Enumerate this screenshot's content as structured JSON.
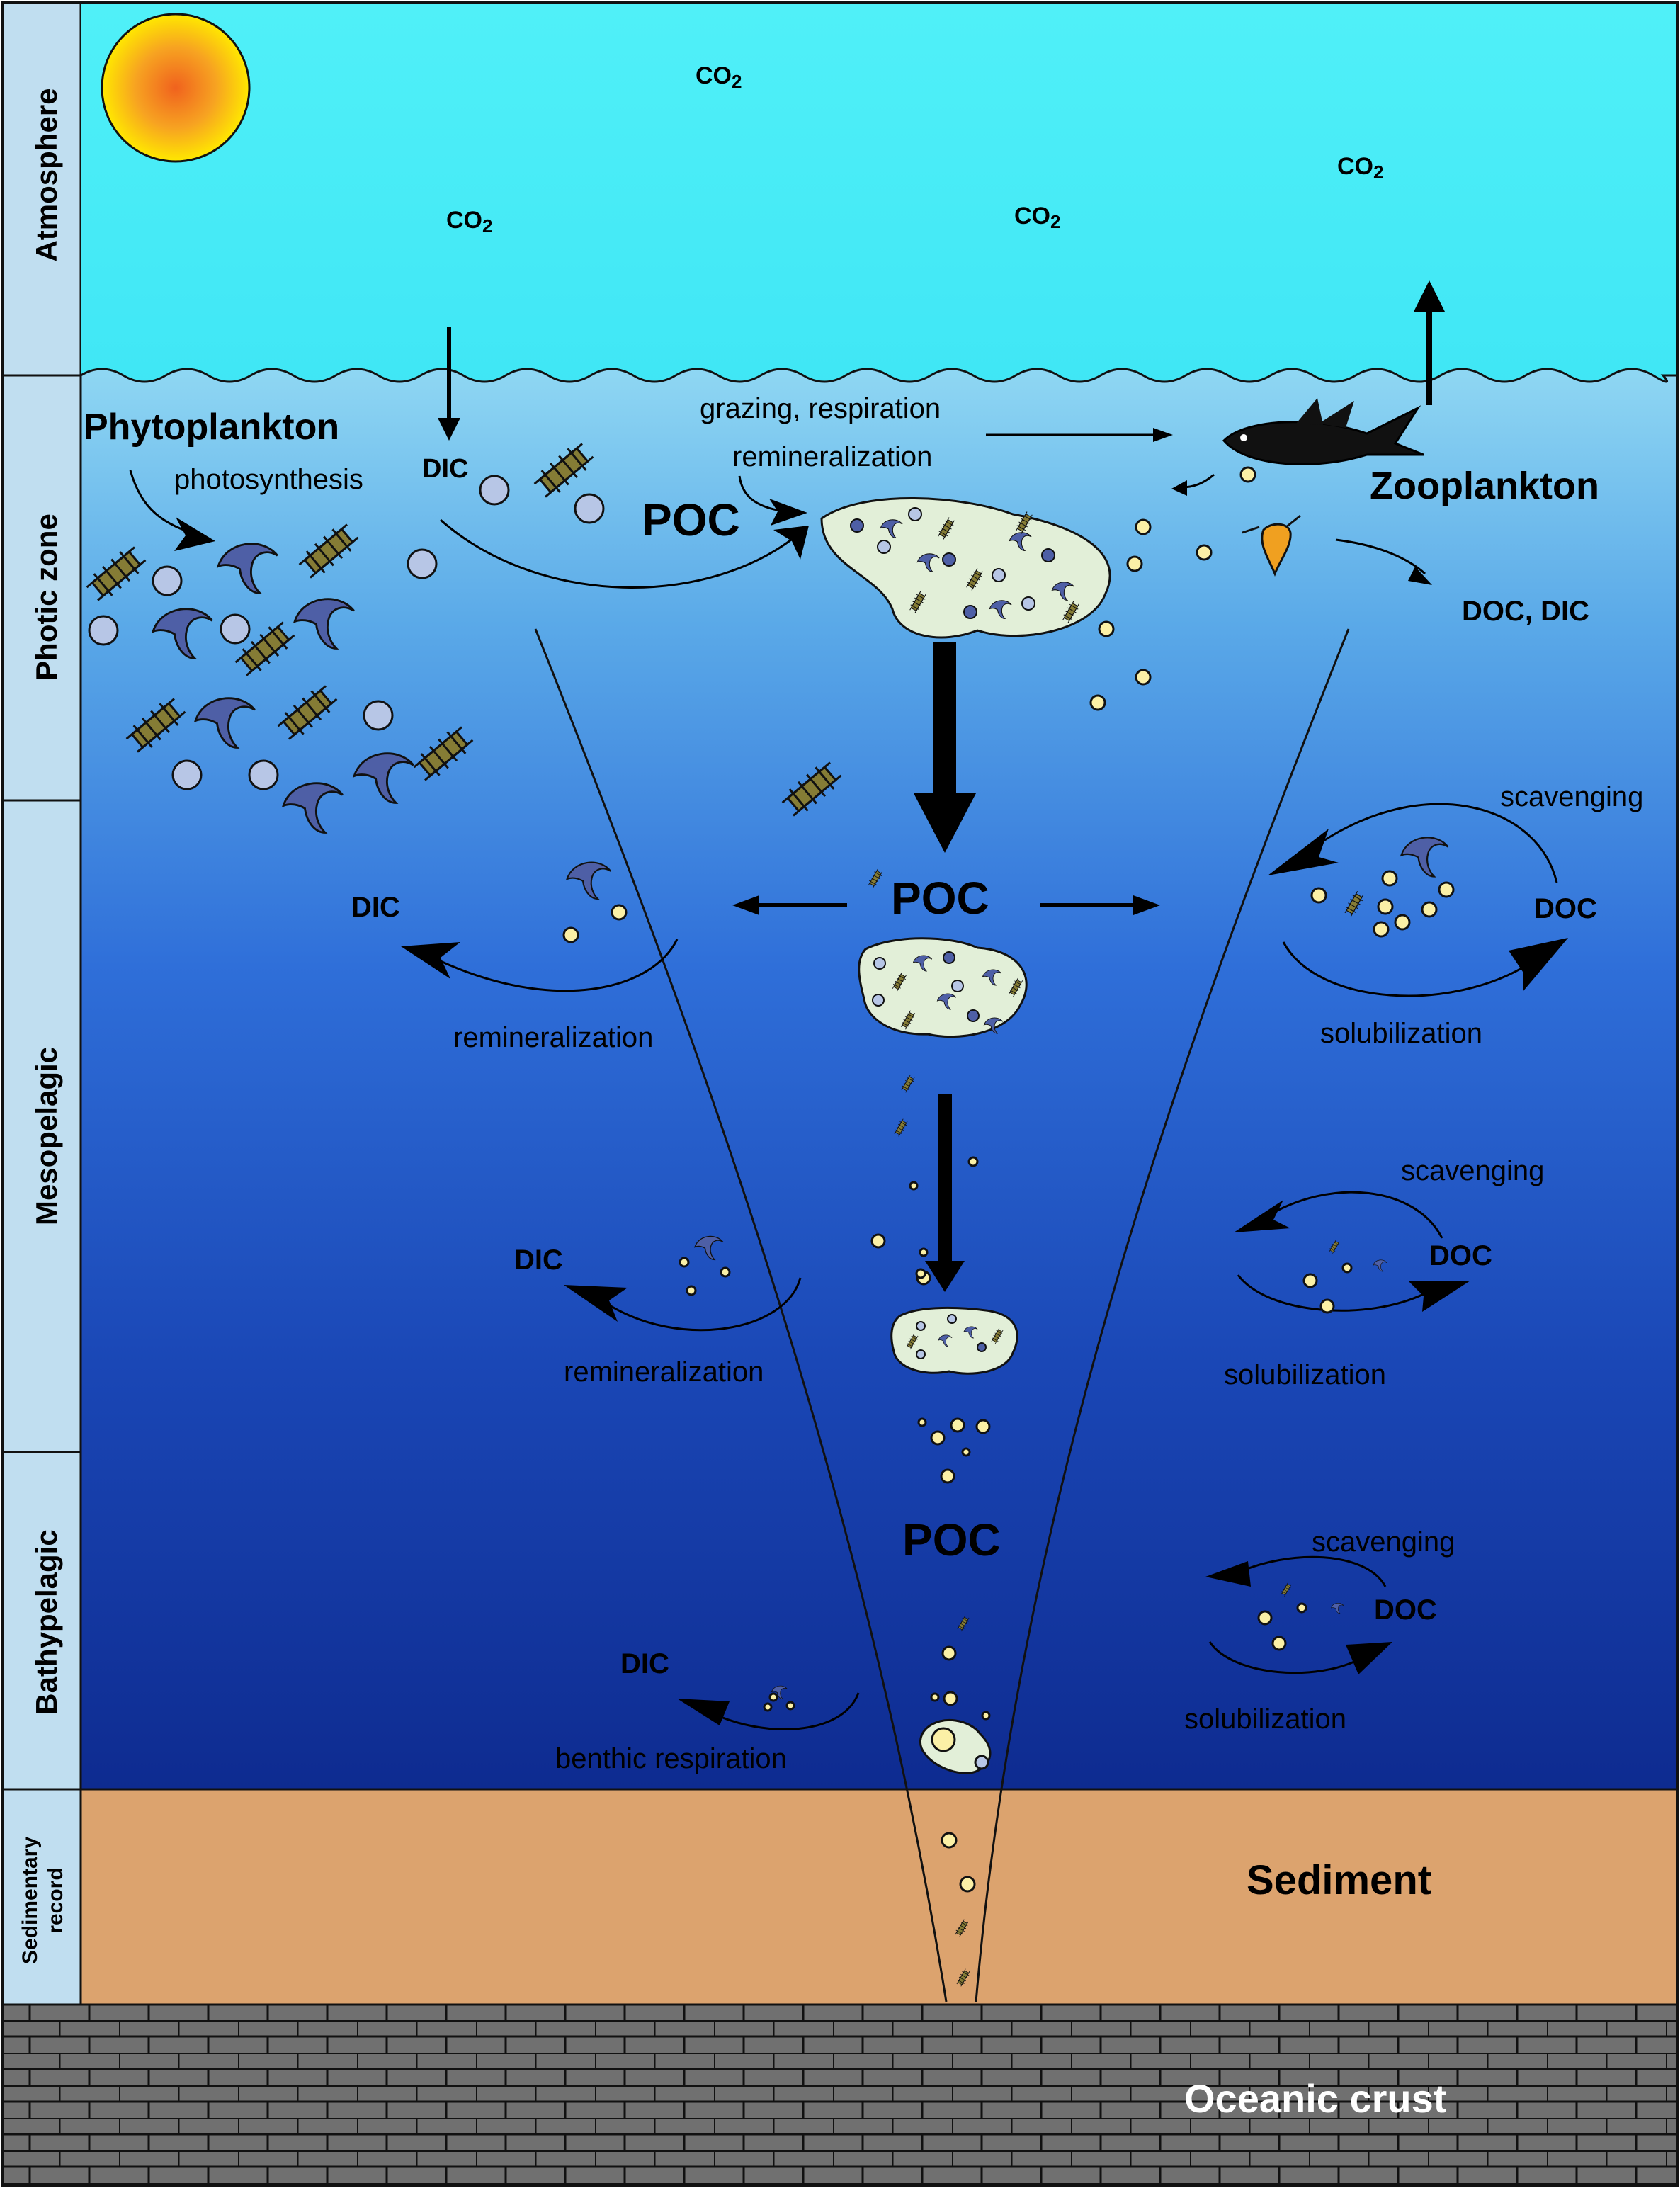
{
  "zones": {
    "atmosphere": "Atmosphere",
    "photic": "Photic zone",
    "mesopelagic": "Mesopelagic",
    "bathypelagic": "Bathypelagic",
    "sedimentary_line1": "Sedimentary",
    "sedimentary_line2": "record"
  },
  "atmosphere": {
    "co2_labels": [
      "CO2",
      "CO2",
      "CO2",
      "CO2"
    ],
    "co2_main": "CO",
    "co2_sub": "2"
  },
  "photic": {
    "phytoplankton": "Phytoplankton",
    "photosynthesis": "photosynthesis",
    "dic": "DIC",
    "grazing": "grazing, respiration",
    "remineralization": "remineralization",
    "poc": "POC",
    "zooplankton": "Zooplankton",
    "doc_dic": "DOC, DIC"
  },
  "mesopelagic": {
    "poc": "POC",
    "dic_upper": "DIC",
    "remin_upper": "remineralization",
    "scavenging_upper": "scavenging",
    "doc_upper": "DOC",
    "solub_upper": "solubilization",
    "dic_lower": "DIC",
    "remin_lower": "remineralization",
    "scavenging_lower": "scavenging",
    "doc_lower": "DOC",
    "solub_lower": "solubilization"
  },
  "bathypelagic": {
    "poc": "POC",
    "dic": "DIC",
    "benthic": "benthic respiration",
    "scavenging": "scavenging",
    "doc": "DOC",
    "solub": "solubilization"
  },
  "sediment": {
    "label": "Sediment"
  },
  "crust": {
    "label": "Oceanic crust"
  },
  "colors": {
    "sky_top": "#4ff0f8",
    "sky_bottom": "#44e8f6",
    "ocean_top": "#8ad4f2",
    "ocean_mid": "#2a70d8",
    "ocean_deep": "#0f2e96",
    "sediment": "#dca36e",
    "crust": "#6e6e6e",
    "sidebar": "#c0def0",
    "sun_outer": "#ffe800",
    "sun_inner": "#f06a1e",
    "diatom": "#857c35",
    "dino": "#4e5fa6",
    "coccolith": "#b7c6e6",
    "aggregate": "#e2efd8",
    "pellet": "#fbf0a6"
  }
}
